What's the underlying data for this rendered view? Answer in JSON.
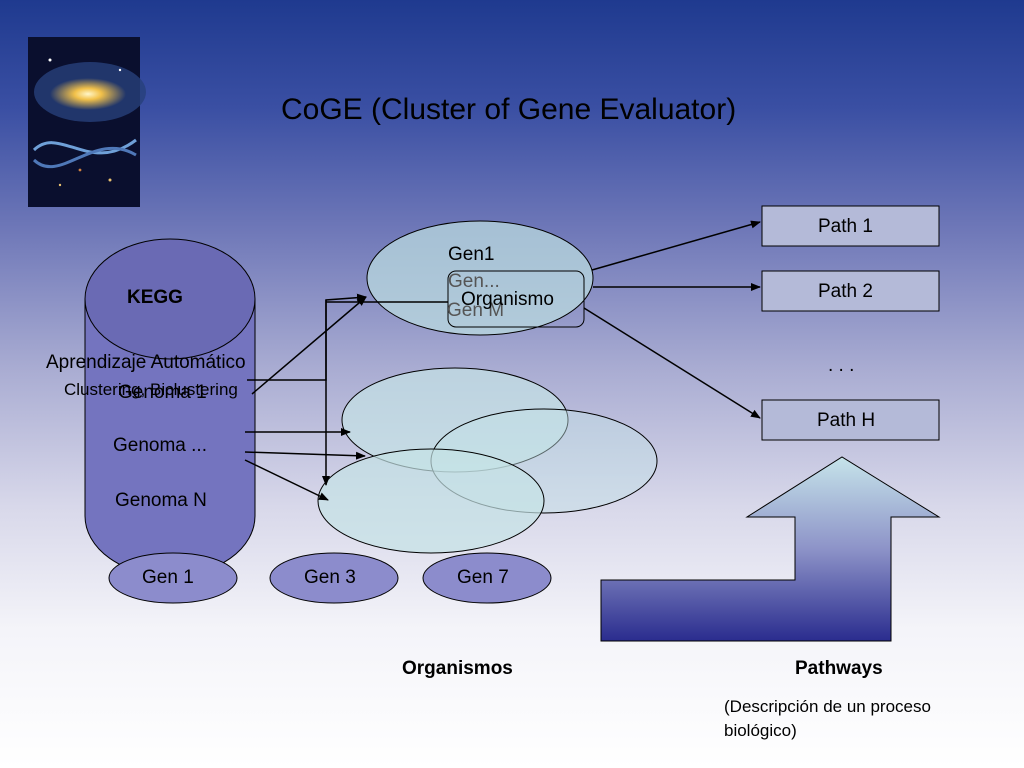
{
  "slide": {
    "title": "CoGE (Cluster of Gene Evaluator)",
    "image_icon": "galaxy-dna-image"
  },
  "database": {
    "name": "KEGG",
    "genomes": [
      "Genoma 1",
      "Genoma ...",
      "Genoma N"
    ],
    "method_title": "Aprendizaje Automático",
    "method_sub": "Clustering, Biclustering"
  },
  "genes": [
    "Gen 1",
    "Gen 3",
    "Gen 7"
  ],
  "organism": {
    "genes": [
      "Gen1",
      "Gen...",
      "Gen M"
    ],
    "label": "Organismo"
  },
  "paths": [
    "Path 1",
    "Path 2",
    ". . .",
    "Path H"
  ],
  "labels": {
    "organisms": "Organismos",
    "pathways": "Pathways",
    "pathways_desc_1": "(Descripción de un proceso",
    "pathways_desc_2": "biológico)"
  },
  "colors": {
    "cylinder": "#7474bf",
    "gene_ellipse": "#8c8ccc",
    "organism_fill": "#c4dfe4",
    "path_box": "#b4bad8",
    "arrow_top": "#c6e4ea",
    "arrow_bottom": "#2a2c8e"
  }
}
